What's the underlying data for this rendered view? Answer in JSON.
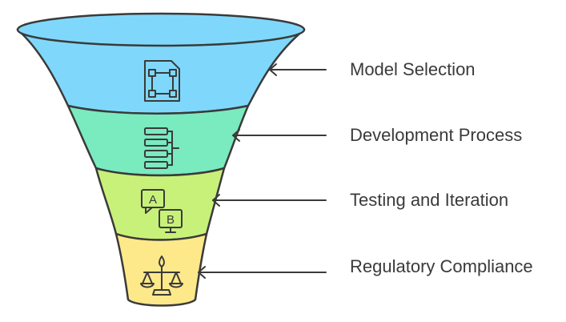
{
  "funnel": {
    "stages": [
      {
        "label": "Model Selection",
        "icon": "document-frame-icon",
        "color": "#7fd8fb"
      },
      {
        "label": "Development Process",
        "icon": "hierarchy-list-icon",
        "color": "#7aeabf"
      },
      {
        "label": "Testing and Iteration",
        "icon": "ab-test-icon",
        "color": "#c8f17a"
      },
      {
        "label": "Regulatory Compliance",
        "icon": "balance-scale-icon",
        "color": "#fde98a"
      }
    ],
    "outline_color": "#3a3a3a"
  }
}
